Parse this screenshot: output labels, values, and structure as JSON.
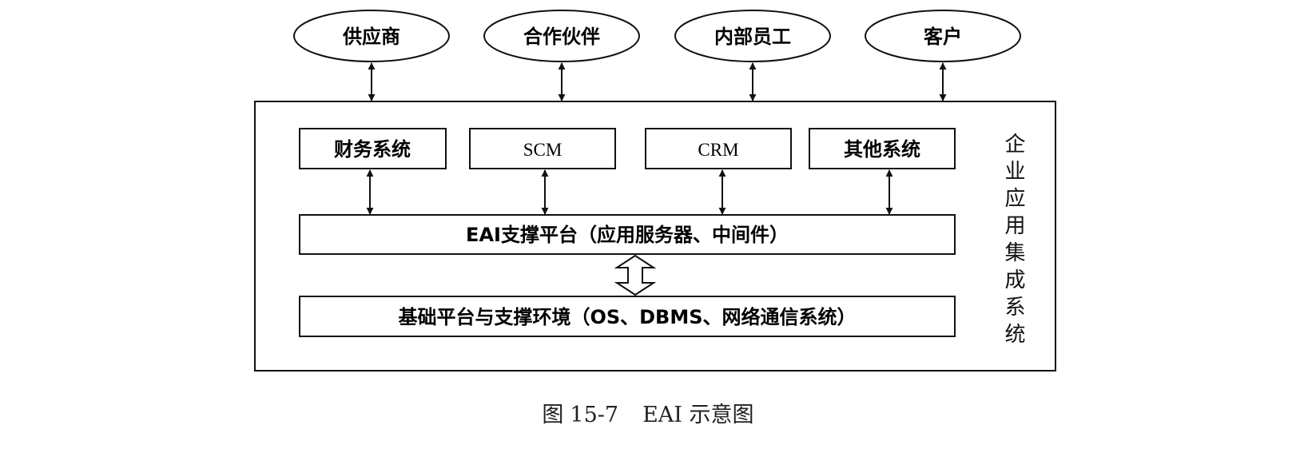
{
  "actors": [
    "供应商",
    "合作伙伴",
    "内部员工",
    "客户"
  ],
  "systems": [
    "财务系统",
    "SCM",
    "CRM",
    "其他系统"
  ],
  "eai_platform": "EAI支撑平台（应用服务器、中间件）",
  "base_platform": "基础平台与支撑环境（OS、DBMS、网络通信系统）",
  "enterprise_label": "企业应用集成系统",
  "caption": {
    "prefix": "图",
    "number": "15-7",
    "text": "EAI 示意图"
  }
}
